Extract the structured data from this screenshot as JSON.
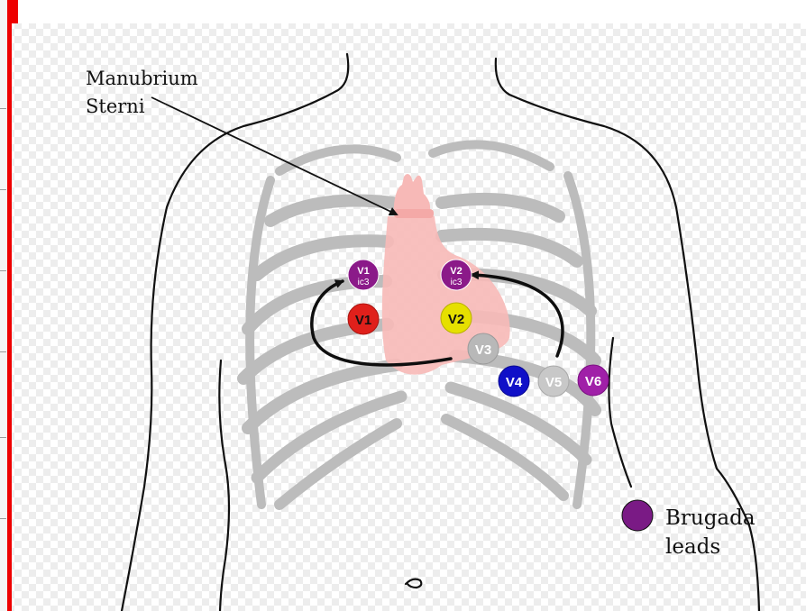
{
  "annotation": {
    "line1": "Manubrium",
    "line2": "Sterni"
  },
  "leads": [
    {
      "name": "brugada-v1-electrode",
      "label": "V1",
      "sub": "ic3",
      "color": "#8b1a89"
    },
    {
      "name": "brugada-v2-electrode",
      "label": "V2",
      "sub": "ic3",
      "color": "#8b1a89"
    },
    {
      "name": "v1-electrode",
      "label": "V1",
      "sub": "",
      "color": "#e0201b"
    },
    {
      "name": "v2-electrode",
      "label": "V2",
      "sub": "",
      "color": "#e6e000"
    },
    {
      "name": "v3-electrode",
      "label": "V3",
      "sub": "",
      "color": "#b8b8b8"
    },
    {
      "name": "v4-electrode",
      "label": "V4",
      "sub": "",
      "color": "#1010c8"
    },
    {
      "name": "v5-electrode",
      "label": "V5",
      "sub": "",
      "color": "#c8c8c8"
    },
    {
      "name": "v6-electrode",
      "label": "V6",
      "sub": "",
      "color": "#a020a8"
    }
  ],
  "legend": {
    "line1": "Brugada",
    "line2": "leads",
    "color": "#7a1a85"
  },
  "colors": {
    "heart": "#f7b9b7",
    "ribs": "#bcbcbc",
    "outline": "#111111",
    "left_marker": "#ee0000"
  }
}
